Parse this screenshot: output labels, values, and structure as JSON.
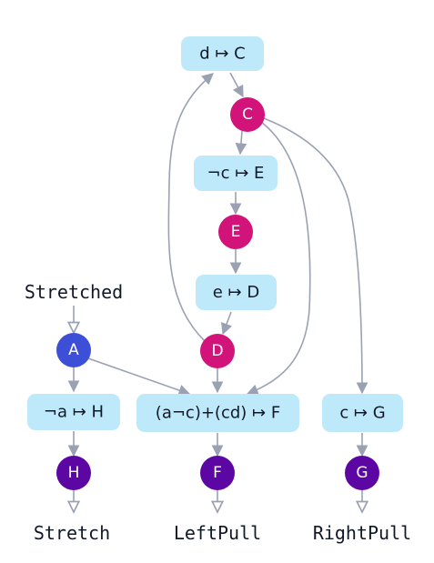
{
  "colors": {
    "edge": "#9aa1b3",
    "box_fill": "#bde9fb",
    "node_blue": "#3d4fd6",
    "node_magenta": "#d1137a",
    "node_purple": "#5c07a3"
  },
  "labels": {
    "stretched": "Stretched",
    "stretch": "Stretch",
    "left_pull": "LeftPull",
    "right_pull": "RightPull"
  },
  "boxes": {
    "d_to_c": "d ↦ C",
    "not_c_to_e": "¬c ↦ E",
    "e_to_d": "e ↦ D",
    "not_a_to_h": "¬a ↦ H",
    "expr_to_f": "(a¬c)+(cd) ↦ F",
    "c_to_g": "c ↦ G"
  },
  "nodes": {
    "a": "A",
    "c": "C",
    "e": "E",
    "d": "D",
    "h": "H",
    "f": "F",
    "g": "G"
  }
}
